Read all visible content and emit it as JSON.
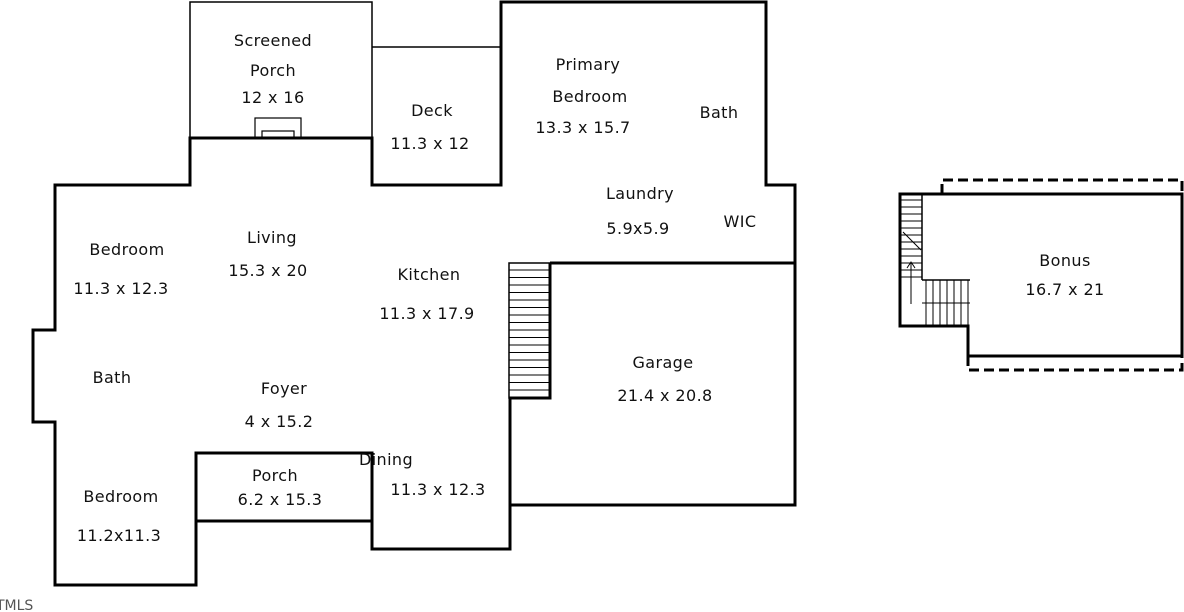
{
  "rooms": {
    "screened_porch": {
      "line1": "Screened",
      "line2": "Porch",
      "dims": "12 x 16"
    },
    "deck": {
      "name": "Deck",
      "dims": "11.3 x 12"
    },
    "primary_bedroom": {
      "line1": "Primary",
      "line2": "Bedroom",
      "dims": "13.3 x 15.7"
    },
    "primary_bath": {
      "name": "Bath"
    },
    "laundry": {
      "name": "Laundry",
      "dims": "5.9x5.9"
    },
    "wic": {
      "name": "WIC"
    },
    "bedroom_1": {
      "name": "Bedroom",
      "dims": "11.3 x 12.3"
    },
    "living": {
      "name": "Living",
      "dims": "15.3 x 20"
    },
    "kitchen": {
      "name": "Kitchen",
      "dims": "11.3 x 17.9"
    },
    "bath": {
      "name": "Bath"
    },
    "foyer": {
      "name": "Foyer",
      "dims": "4 x 15.2"
    },
    "garage": {
      "name": "Garage",
      "dims": "21.4 x 20.8"
    },
    "bedroom_2": {
      "name": "Bedroom",
      "dims": "11.2x11.3"
    },
    "porch": {
      "name": "Porch",
      "dims": "6.2 x 15.3"
    },
    "dining": {
      "name": "Dining",
      "dims": "11.3 x 12.3"
    },
    "bonus": {
      "name": "Bonus",
      "dims": "16.7 x 21"
    }
  },
  "watermark": "TMLS",
  "colors": {
    "wall": "#000000",
    "text": "#111111",
    "background": "#ffffff"
  }
}
